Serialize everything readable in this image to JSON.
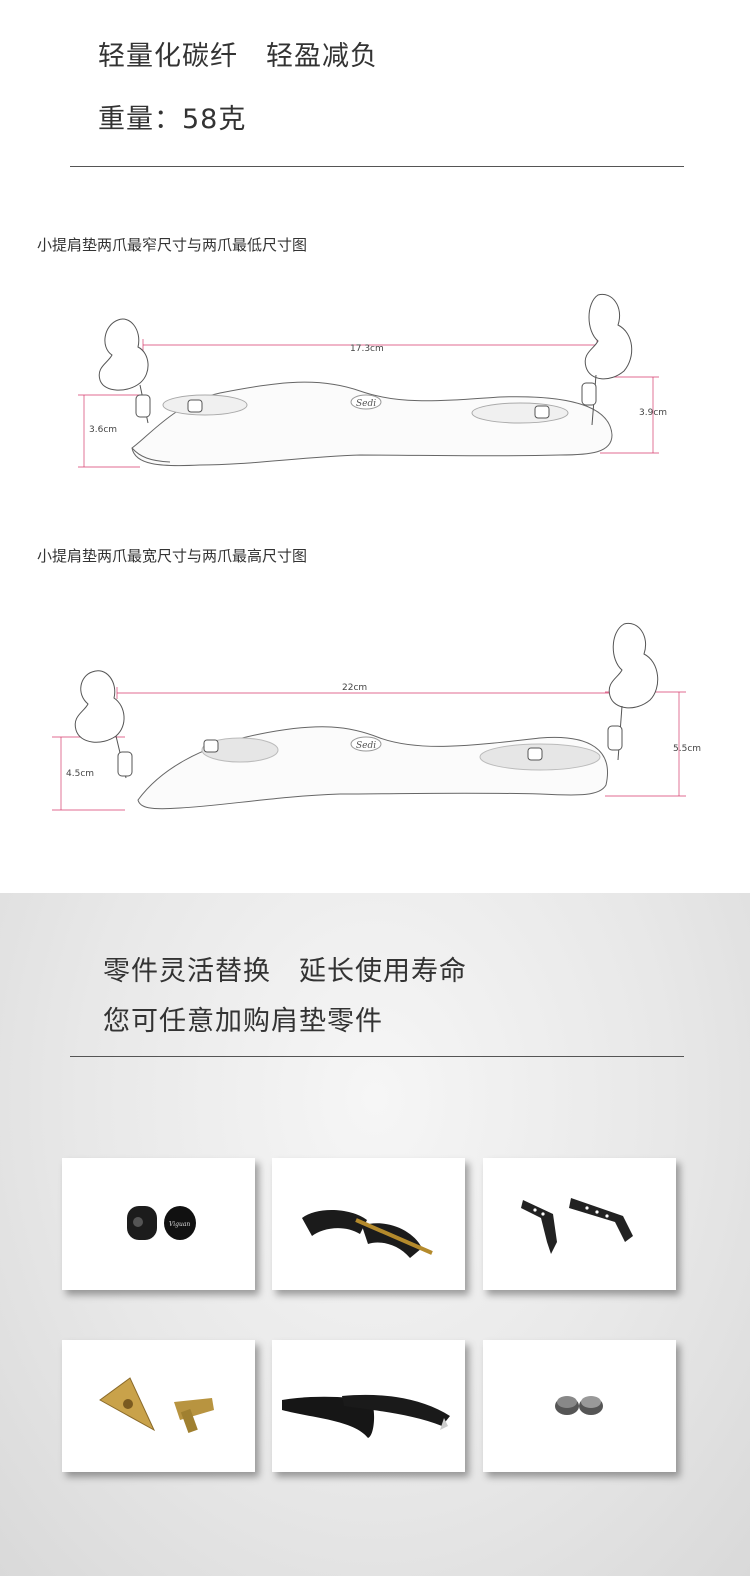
{
  "intro": {
    "line1": "轻量化碳纤　轻盈减负",
    "line2": "重量：58克"
  },
  "diagram_narrow": {
    "caption": "小提肩垫两爪最窄尺寸与两爪最低尺寸图",
    "width_label": "17.3cm",
    "left_height_label": "3.6cm",
    "right_height_label": "3.9cm",
    "logo_text": "Sedi"
  },
  "diagram_wide": {
    "caption": "小提肩垫两爪最宽尺寸与两爪最高尺寸图",
    "width_label": "22cm",
    "left_height_label": "4.5cm",
    "right_height_label": "5.5cm",
    "logo_text": "Sedi"
  },
  "parts": {
    "line1": "零件灵活替换　延长使用寿命",
    "line2": "您可任意加购肩垫零件",
    "items": [
      {
        "name": "adjust-knobs",
        "knob_text": "Viguan"
      },
      {
        "name": "feet-with-screw"
      },
      {
        "name": "metal-brackets"
      },
      {
        "name": "brass-triangle-and-screw"
      },
      {
        "name": "foam-pads"
      },
      {
        "name": "metal-buttons"
      }
    ]
  },
  "colors": {
    "dimension_line": "#d63a6b",
    "text": "#333333",
    "rule": "#555555"
  }
}
